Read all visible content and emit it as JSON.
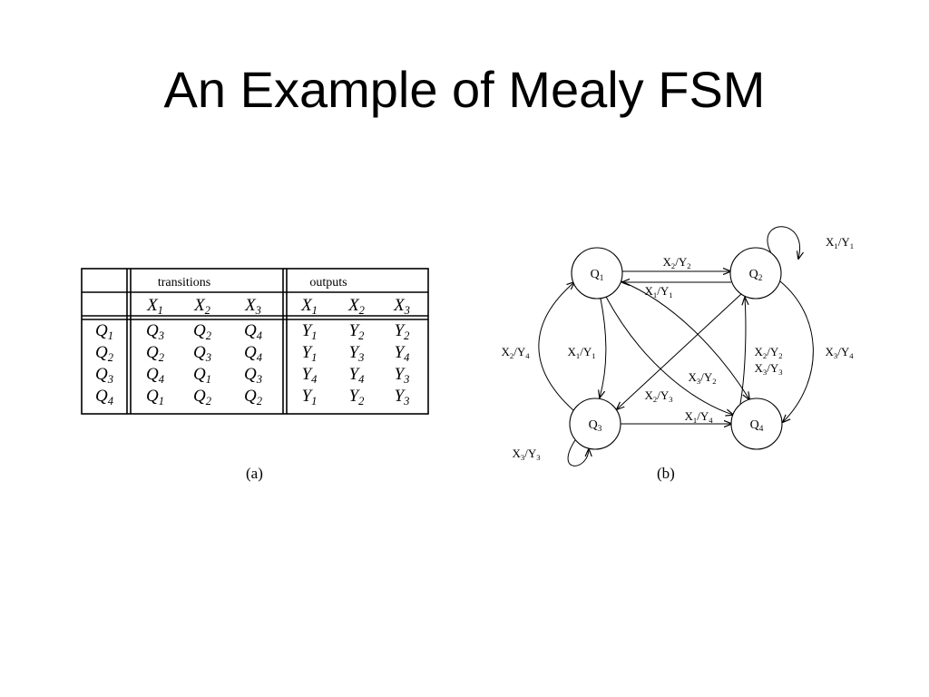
{
  "slide": {
    "title": "An Example of Mealy FSM"
  },
  "table": {
    "group_headers": {
      "transitions": "transitions",
      "outputs": "outputs"
    },
    "inputs": [
      {
        "base": "X",
        "sub": "1"
      },
      {
        "base": "X",
        "sub": "2"
      },
      {
        "base": "X",
        "sub": "3"
      }
    ],
    "rows": [
      {
        "state": {
          "base": "Q",
          "sub": "1"
        },
        "next": [
          {
            "base": "Q",
            "sub": "3"
          },
          {
            "base": "Q",
            "sub": "2"
          },
          {
            "base": "Q",
            "sub": "4"
          }
        ],
        "out": [
          {
            "base": "Y",
            "sub": "1"
          },
          {
            "base": "Y",
            "sub": "2"
          },
          {
            "base": "Y",
            "sub": "2"
          }
        ]
      },
      {
        "state": {
          "base": "Q",
          "sub": "2"
        },
        "next": [
          {
            "base": "Q",
            "sub": "2"
          },
          {
            "base": "Q",
            "sub": "3"
          },
          {
            "base": "Q",
            "sub": "4"
          }
        ],
        "out": [
          {
            "base": "Y",
            "sub": "1"
          },
          {
            "base": "Y",
            "sub": "3"
          },
          {
            "base": "Y",
            "sub": "4"
          }
        ]
      },
      {
        "state": {
          "base": "Q",
          "sub": "3"
        },
        "next": [
          {
            "base": "Q",
            "sub": "4"
          },
          {
            "base": "Q",
            "sub": "1"
          },
          {
            "base": "Q",
            "sub": "3"
          }
        ],
        "out": [
          {
            "base": "Y",
            "sub": "4"
          },
          {
            "base": "Y",
            "sub": "4"
          },
          {
            "base": "Y",
            "sub": "3"
          }
        ]
      },
      {
        "state": {
          "base": "Q",
          "sub": "4"
        },
        "next": [
          {
            "base": "Q",
            "sub": "1"
          },
          {
            "base": "Q",
            "sub": "2"
          },
          {
            "base": "Q",
            "sub": "2"
          }
        ],
        "out": [
          {
            "base": "Y",
            "sub": "1"
          },
          {
            "base": "Y",
            "sub": "2"
          },
          {
            "base": "Y",
            "sub": "3"
          }
        ]
      }
    ],
    "caption": "(a)"
  },
  "diagram": {
    "states": [
      {
        "id": "q1",
        "base": "Q",
        "sub": "1"
      },
      {
        "id": "q2",
        "base": "Q",
        "sub": "2"
      },
      {
        "id": "q3",
        "base": "Q",
        "sub": "3"
      },
      {
        "id": "q4",
        "base": "Q",
        "sub": "4"
      }
    ],
    "edges": [
      {
        "id": "q1-q2",
        "from": "Q1",
        "to": "Q2",
        "input": {
          "base": "X",
          "sub": "2"
        },
        "output": {
          "base": "Y",
          "sub": "2"
        }
      },
      {
        "id": "q2-q2",
        "from": "Q2",
        "to": "Q2",
        "input": {
          "base": "X",
          "sub": "1"
        },
        "output": {
          "base": "Y",
          "sub": "1"
        }
      },
      {
        "id": "q2-q1",
        "from": "Q2",
        "to": "Q1",
        "input": {
          "base": "X",
          "sub": "1"
        },
        "output": {
          "base": "Y",
          "sub": "1"
        }
      },
      {
        "id": "q2-q4",
        "from": "Q2",
        "to": "Q4",
        "input": {
          "base": "X",
          "sub": "3"
        },
        "output": {
          "base": "Y",
          "sub": "4"
        }
      },
      {
        "id": "q3-q1",
        "from": "Q3",
        "to": "Q1",
        "input": {
          "base": "X",
          "sub": "2"
        },
        "output": {
          "base": "Y",
          "sub": "4"
        }
      },
      {
        "id": "q1-q3",
        "from": "Q1",
        "to": "Q3",
        "input": {
          "base": "X",
          "sub": "1"
        },
        "output": {
          "base": "Y",
          "sub": "1"
        }
      },
      {
        "id": "q1-q4",
        "from": "Q1",
        "to": "Q4",
        "input": {
          "base": "X",
          "sub": "3"
        },
        "output": {
          "base": "Y",
          "sub": "2"
        }
      },
      {
        "id": "q2-q3",
        "from": "Q2",
        "to": "Q3",
        "input": {
          "base": "X",
          "sub": "2"
        },
        "output": {
          "base": "Y",
          "sub": "3"
        }
      },
      {
        "id": "q3-q4",
        "from": "Q3",
        "to": "Q4",
        "input": {
          "base": "X",
          "sub": "1"
        },
        "output": {
          "base": "Y",
          "sub": "4"
        }
      },
      {
        "id": "q3-q3",
        "from": "Q3",
        "to": "Q3",
        "input": {
          "base": "X",
          "sub": "3"
        },
        "output": {
          "base": "Y",
          "sub": "3"
        }
      },
      {
        "id": "q4-q2-a",
        "from": "Q4",
        "to": "Q2",
        "input": {
          "base": "X",
          "sub": "2"
        },
        "output": {
          "base": "Y",
          "sub": "2"
        }
      },
      {
        "id": "q4-q2-b",
        "from": "Q4",
        "to": "Q2",
        "input": {
          "base": "X",
          "sub": "3"
        },
        "output": {
          "base": "Y",
          "sub": "3"
        }
      }
    ],
    "caption": "(b)"
  }
}
